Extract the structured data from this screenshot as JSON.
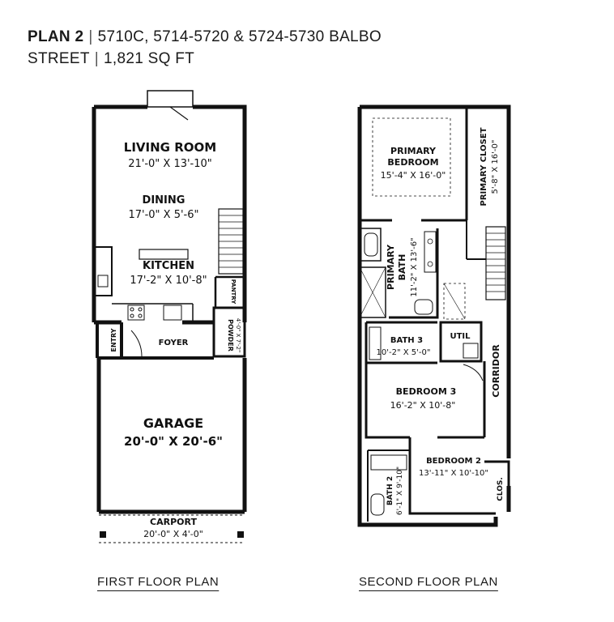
{
  "header": {
    "plan": "PLAN 2",
    "sep": "|",
    "address_1": "5710C, 5714-5720 & 5724-5730 BALBO",
    "address_2": "STREET",
    "area": "1,821 SQ FT"
  },
  "first_floor": {
    "caption": "FIRST FLOOR PLAN",
    "living_room": {
      "name": "LIVING ROOM",
      "dim": "21'-0\" X 13'-10\""
    },
    "dining": {
      "name": "DINING",
      "dim": "17'-0\" X 5'-6\""
    },
    "kitchen": {
      "name": "KITCHEN",
      "dim": "17'-2\" X 10'-8\""
    },
    "pantry": "PANTRY",
    "entry": "ENTRY",
    "foyer": "FOYER",
    "powder": {
      "name": "POWDER",
      "dim": "4'-0\" X 7'-2\""
    },
    "garage": {
      "name": "GARAGE",
      "dim": "20'-0\" X 20'-6\""
    },
    "carport": {
      "name": "CARPORT",
      "dim": "20'-0\" X 4'-0\""
    }
  },
  "second_floor": {
    "caption": "SECOND FLOOR PLAN",
    "primary_bedroom": {
      "name_1": "PRIMARY",
      "name_2": "BEDROOM",
      "dim": "15'-4\" X 16'-0\""
    },
    "primary_closet": {
      "name": "PRIMARY CLOSET",
      "dim": "5'-8\" X 16'-0\""
    },
    "primary_bath": {
      "name_1": "PRIMARY",
      "name_2": "BATH",
      "dim": "11'-2\" X 13'-6\""
    },
    "bath_3": {
      "name": "BATH 3",
      "dim": "10'-2\" X 5'-0\""
    },
    "util": "UTIL",
    "corridor": "CORRIDOR",
    "bedroom_3": {
      "name": "BEDROOM 3",
      "dim": "16'-2\" X 10'-8\""
    },
    "bedroom_2": {
      "name": "BEDROOM 2",
      "dim": "13'-11\" X 10'-10\""
    },
    "bath_2": {
      "name": "BATH 2",
      "dim": "6'-1\" X 9'-10\""
    },
    "clos": "CLOS."
  }
}
